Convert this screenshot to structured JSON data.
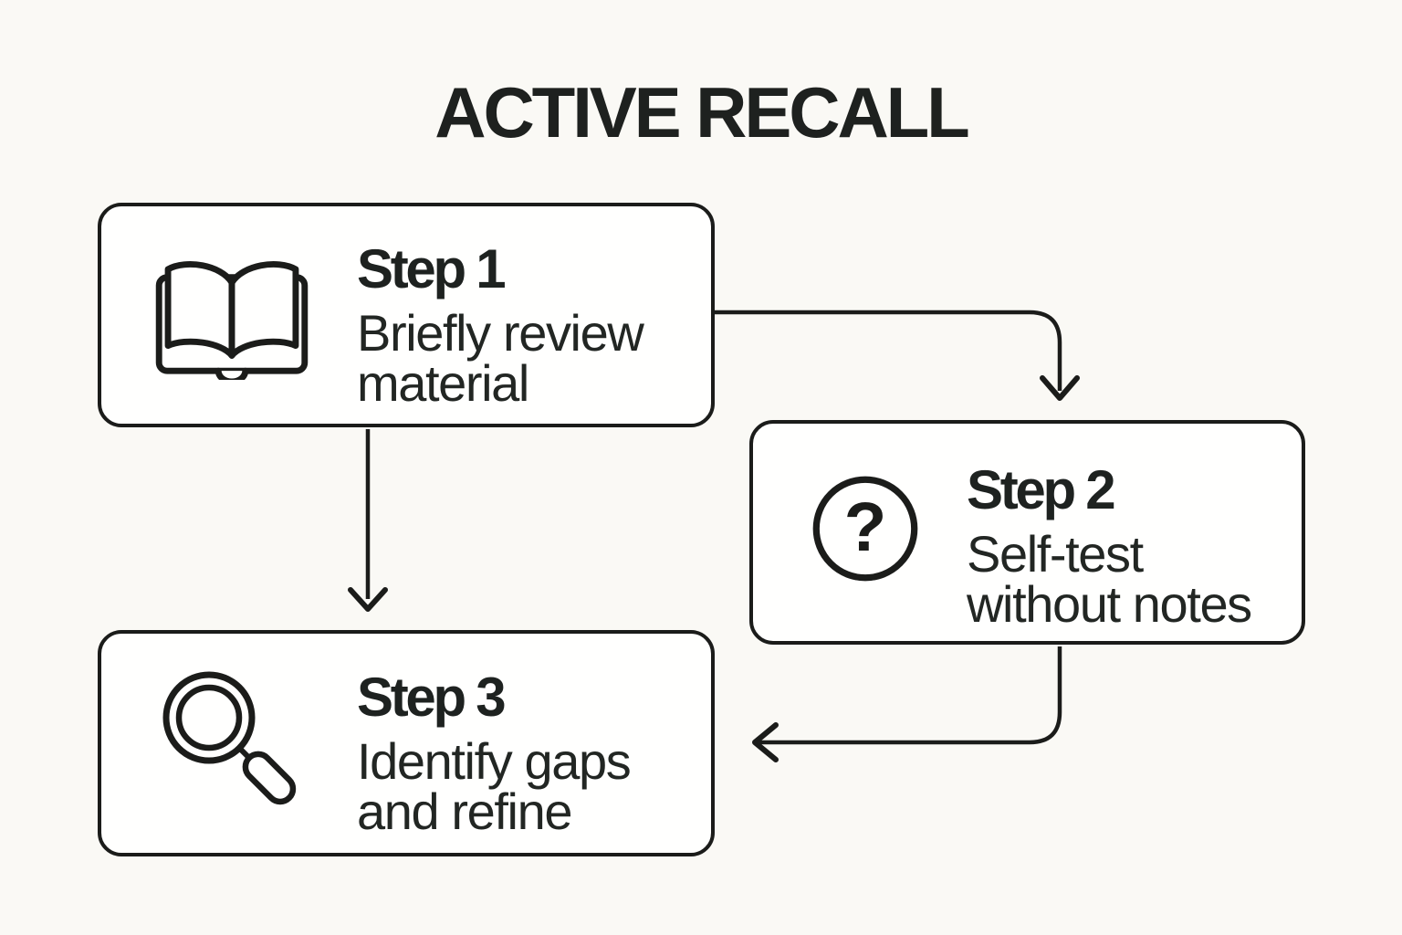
{
  "title": "ACTIVE RECALL",
  "colors": {
    "background": "#FAF9F5",
    "box_fill": "#FFFFFE",
    "stroke": "#1B1C1A",
    "text": "#1E2220"
  },
  "steps": [
    {
      "label": "Step 1",
      "description": "Briefly review\nmaterial",
      "icon": "open-book-icon"
    },
    {
      "label": "Step 2",
      "description": "Self-test\nwithout notes",
      "icon": "question-mark-circle-icon"
    },
    {
      "label": "Step 3",
      "description": "Identify gaps\nand refine",
      "icon": "magnifying-glass-icon"
    }
  ],
  "arrows": [
    {
      "from": "step-1",
      "to": "step-2"
    },
    {
      "from": "step-1",
      "to": "step-3"
    },
    {
      "from": "step-2",
      "to": "step-3"
    }
  ]
}
